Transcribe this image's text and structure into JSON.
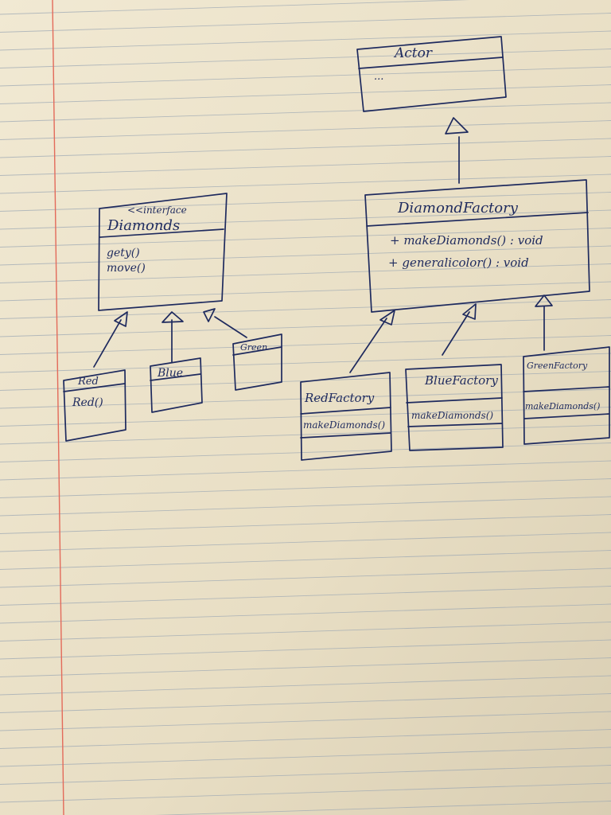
{
  "colors": {
    "paper": "#ede4cc",
    "rule_line": "#9aa6b3",
    "margin_line": "#e36a5a",
    "ink": "#1e2a5e"
  },
  "diagram": {
    "actor": {
      "name": "Actor",
      "attributes": "..."
    },
    "diamond_factory": {
      "name": "DiamondFactory",
      "methods": [
        "+ makeDiamonds() : void",
        "+ generalicolor() : void"
      ]
    },
    "diamonds_interface": {
      "stereotype": "<<interface",
      "name": "Diamonds",
      "methods": [
        "gety()",
        "move()"
      ]
    },
    "red": {
      "name": "Red",
      "methods": [
        "Red()"
      ]
    },
    "blue": {
      "name": "Blue"
    },
    "green": {
      "name": "Green"
    },
    "red_factory": {
      "name": "RedFactory",
      "methods": [
        "makeDiamonds()"
      ]
    },
    "blue_factory": {
      "name": "BlueFactory",
      "methods": [
        "makeDiamonds()"
      ]
    },
    "green_factory": {
      "name": "GreenFactory",
      "methods": [
        "makeDiamonds()"
      ]
    }
  }
}
